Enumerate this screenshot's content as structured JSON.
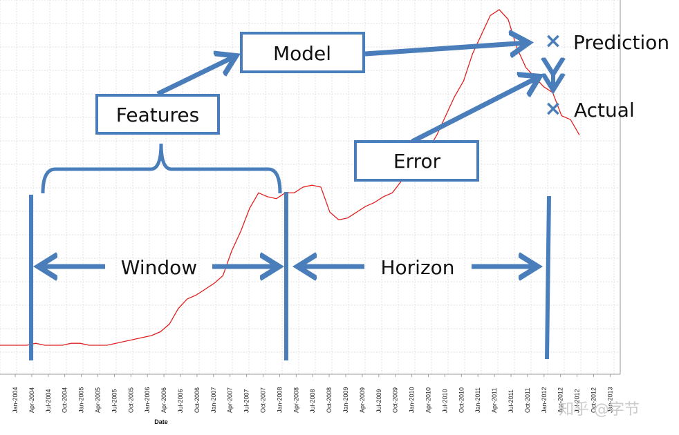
{
  "colors": {
    "accent": "#4a7ebb",
    "line": "#e02020",
    "grid": "#d9d9d9"
  },
  "boxes": {
    "model": "Model",
    "features": "Features",
    "error": "Error"
  },
  "labels": {
    "prediction": "Prediction",
    "actual": "Actual",
    "window": "Window",
    "horizon": "Horizon"
  },
  "markers": {
    "symbol": "×"
  },
  "axis": {
    "xlabel": "Date",
    "ticks": [
      "Jan-2004",
      "Apr-2004",
      "Jul-2004",
      "Oct-2004",
      "Jan-2005",
      "Apr-2005",
      "Jul-2005",
      "Oct-2005",
      "Jan-2006",
      "Apr-2006",
      "Jul-2006",
      "Oct-2006",
      "Jan-2007",
      "Apr-2007",
      "Jul-2007",
      "Oct-2007",
      "Jan-2008",
      "Apr-2008",
      "Jul-2008",
      "Oct-2008",
      "Jan-2009",
      "Apr-2009",
      "Jul-2009",
      "Oct-2009",
      "Jan-2010",
      "Apr-2010",
      "Jul-2010",
      "Oct-2010",
      "Jan-2011",
      "Apr-2011",
      "Jul-2011",
      "Oct-2011",
      "Jan-2012",
      "Apr-2012",
      "Jul-2012",
      "Oct-2012",
      "Jan-2013"
    ]
  },
  "series_values": [
    0.01,
    0.01,
    0.01,
    0.01,
    0.02,
    0.01,
    0.01,
    0.01,
    0.02,
    0.02,
    0.01,
    0.01,
    0.01,
    0.02,
    0.03,
    0.04,
    0.05,
    0.06,
    0.08,
    0.12,
    0.2,
    0.25,
    0.27,
    0.3,
    0.33,
    0.37,
    0.5,
    0.6,
    0.72,
    0.8,
    0.78,
    0.77,
    0.8,
    0.8,
    0.83,
    0.84,
    0.83,
    0.7,
    0.66,
    0.67,
    0.7,
    0.73,
    0.75,
    0.78,
    0.8,
    0.86,
    0.9,
    0.95,
    1.02,
    1.1,
    1.2,
    1.3,
    1.38,
    1.52,
    1.62,
    1.72,
    1.75,
    1.7,
    1.55,
    1.45,
    1.4,
    1.35,
    1.32,
    1.2,
    1.18,
    1.1
  ],
  "watermark": "知乎 @字节"
}
